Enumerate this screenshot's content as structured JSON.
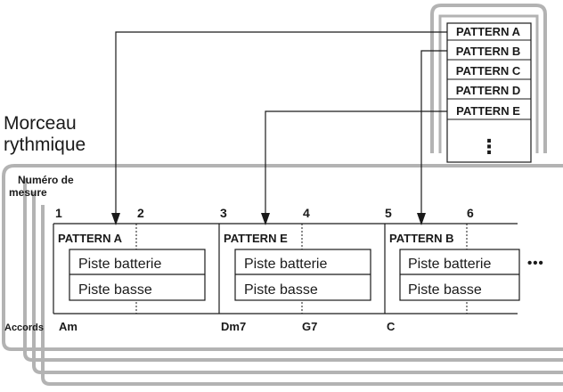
{
  "section_title": {
    "line1": "Morceau",
    "line2": "rythmique"
  },
  "measure_header": {
    "line1": "Numéro de",
    "line2": "mesure"
  },
  "patterns_list": [
    "PATTERN A",
    "PATTERN B",
    "PATTERN C",
    "PATTERN D",
    "PATTERN E"
  ],
  "patterns_more": "⋮",
  "measure_numbers": [
    "1",
    "2",
    "3",
    "4",
    "5",
    "6"
  ],
  "blocks": [
    {
      "pattern": "PATTERN A",
      "drum_track": "Piste batterie",
      "bass_track": "Piste basse"
    },
    {
      "pattern": "PATTERN E",
      "drum_track": "Piste batterie",
      "bass_track": "Piste basse"
    },
    {
      "pattern": "PATTERN B",
      "drum_track": "Piste batterie",
      "bass_track": "Piste basse"
    }
  ],
  "continuation": "•••",
  "chords_label": "Accords",
  "chords": [
    "Am",
    "Dm7",
    "G7",
    "C"
  ],
  "colors": {
    "frame_gray": "#b3b3b3",
    "ink": "#1a1a1a"
  }
}
